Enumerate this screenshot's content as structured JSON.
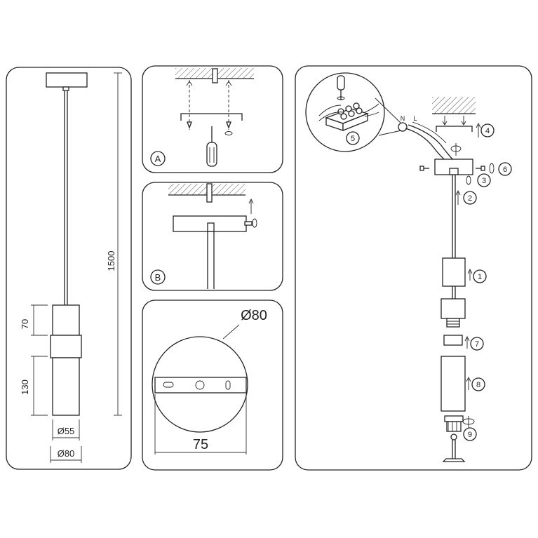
{
  "dimensions": {
    "total_length": "1500",
    "upper_segment": "70",
    "lower_segment": "130",
    "inner_diameter": "Ø55",
    "outer_diameter": "Ø80",
    "plate_diameter": "Ø80",
    "plate_width": "75"
  },
  "panel_labels": {
    "a": "A",
    "b": "B"
  },
  "wire_labels": {
    "n": "N",
    "l": "L"
  },
  "steps": {
    "s1": "1",
    "s2": "2",
    "s3": "3",
    "s4": "4",
    "s5": "5",
    "s6": "6",
    "s7": "7",
    "s8": "8",
    "s9": "9"
  },
  "colors": {
    "line": "#222222",
    "background": "#ffffff",
    "panel_border": "#333333"
  }
}
